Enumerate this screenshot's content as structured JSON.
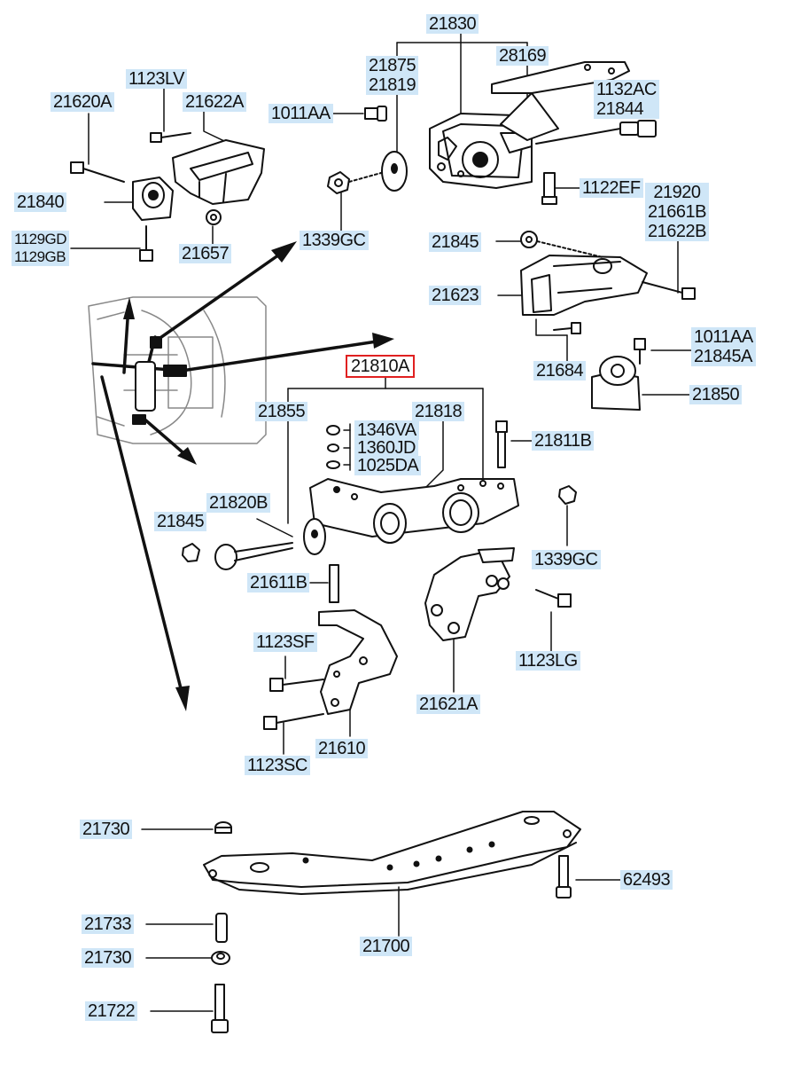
{
  "highlight_color": "#e02020",
  "label_bg": "#cfe6f7",
  "labels": {
    "p21830": "21830",
    "p28169": "28169",
    "p21875_21819": "21875\n21819",
    "p1132AC_21844": "1132AC\n21844",
    "p1123LV": "1123LV",
    "p21620A": "21620A",
    "p21622A": "21622A",
    "p1011AA_top": "1011AA",
    "p1122EF": "1122EF",
    "p21920_group": "21920\n21661B\n21622B",
    "p21840": "21840",
    "p1129GD_GB": "1129GD\n1129GB",
    "p21657": "21657",
    "p1339GC_top": "1339GC",
    "p21845_top": "21845",
    "p21623": "21623",
    "p1011AA_21845A": "1011AA\n21845A",
    "p21684": "21684",
    "p21850": "21850",
    "p21810A": "21810A",
    "p21855": "21855",
    "p21818": "21818",
    "p1346VA": "1346VA",
    "p1360JD": "1360JD",
    "p1025DA": "1025DA",
    "p21811B": "21811B",
    "p21820B": "21820B",
    "p21845_mid": "21845",
    "p1339GC_mid": "1339GC",
    "p21611B": "21611B",
    "p1123SF": "1123SF",
    "p1123LG": "1123LG",
    "p21621A": "21621A",
    "p21610": "21610",
    "p1123SC": "1123SC",
    "p21730_top": "21730",
    "p62493": "62493",
    "p21733": "21733",
    "p21700": "21700",
    "p21730_bot": "21730",
    "p21722": "21722"
  }
}
